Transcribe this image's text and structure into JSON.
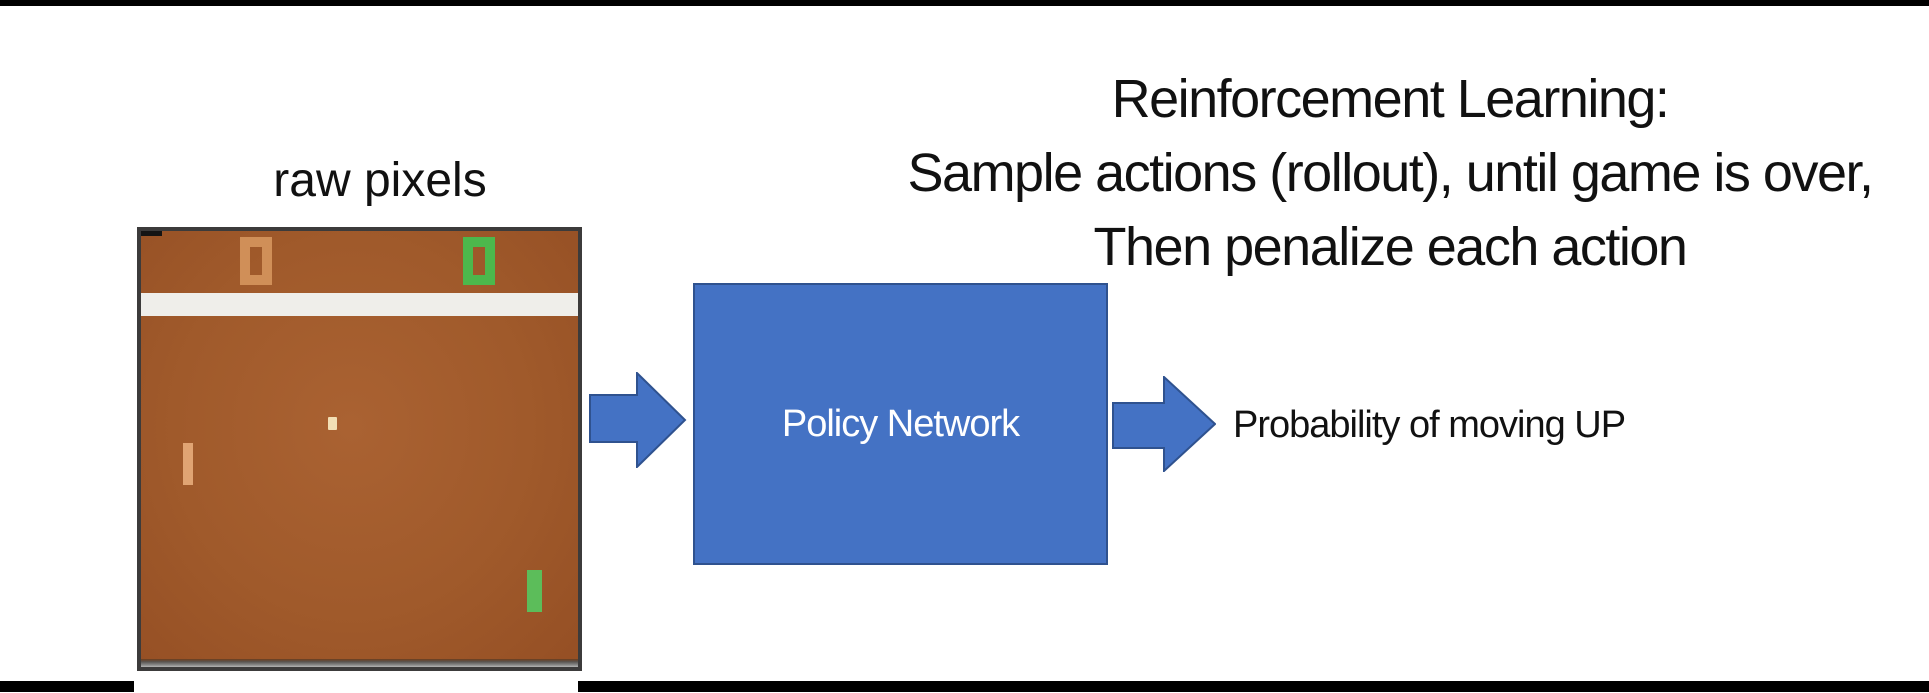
{
  "slide": {
    "raw_pixels_label": "raw pixels",
    "title": {
      "line1": "Reinforcement Learning:",
      "line2": "Sample actions (rollout), until game is over,",
      "line3": "Then penalize each action"
    },
    "policy_network_label": "Policy Network",
    "output_label": "Probability of moving UP"
  },
  "game_screen": {
    "description": "atari-pong-frame",
    "left_score": "0",
    "right_score": "0"
  },
  "colors": {
    "arrow_fill": "#4472C4",
    "arrow_border": "#2F528F",
    "box_fill": "#4472C4",
    "box_border": "#2F528F",
    "box_text": "#FFFFFF",
    "bar_black": "#000000",
    "field_brown": "#A05A2B",
    "score_orange": "#D08F58",
    "score_green": "#4CB84C",
    "paddle_orange": "#E0A473",
    "paddle_green": "#5CBD5A",
    "ball_cream": "#F2DFB5",
    "white_band": "#EFEEEA",
    "text_black": "#111111"
  }
}
